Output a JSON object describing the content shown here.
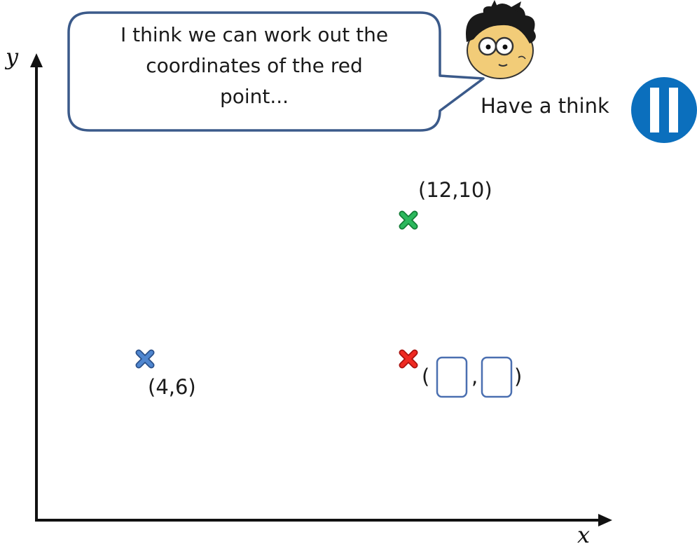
{
  "speech_bubble": {
    "lines": [
      "I think we can work out the",
      "coordinates of the red",
      "point..."
    ]
  },
  "think_prompt": {
    "label": "Have a think",
    "icon": "pause-icon"
  },
  "axes": {
    "x_label": "x",
    "y_label": "y"
  },
  "points": [
    {
      "id": "blue",
      "label": "(4,6)",
      "color": "#3c6fb6"
    },
    {
      "id": "green",
      "label": "(12,10)",
      "color": "#1e9e4a"
    },
    {
      "id": "red",
      "label_open": "(",
      "label_sep": ",",
      "label_close": ")",
      "color": "#e0201c"
    }
  ],
  "colors": {
    "bubble_border": "#3b5a8a",
    "pause_blue": "#0b6fbd",
    "answer_box": "#4a6fb0"
  }
}
